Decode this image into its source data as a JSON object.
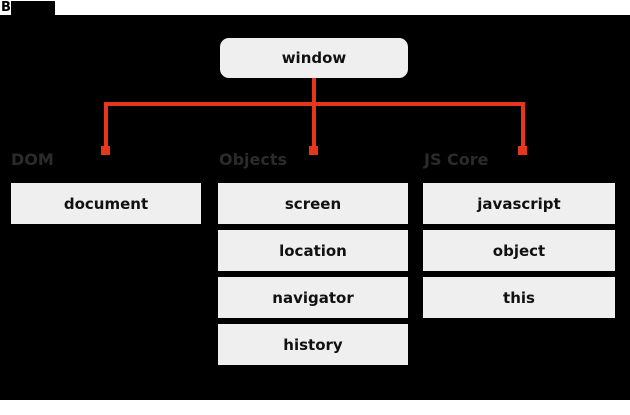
{
  "header": {
    "logo_letter": "B",
    "logo_block_color": "#000000"
  },
  "diagram": {
    "type": "tree",
    "title": "",
    "background_color": "#000000",
    "node_fill_color": "#eeefee",
    "node_text_color": "#111111",
    "connector_color": "#e8351e",
    "group_label_color": "#2b2b2b",
    "root": {
      "label": "window"
    },
    "groups": [
      {
        "label": "DOM",
        "nodes": [
          {
            "label": "document"
          }
        ]
      },
      {
        "label": "Objects",
        "nodes": [
          {
            "label": "screen"
          },
          {
            "label": "location"
          },
          {
            "label": "navigator"
          },
          {
            "label": "history"
          }
        ]
      },
      {
        "label": "JS Core",
        "nodes": [
          {
            "label": "javascript"
          },
          {
            "label": "object"
          },
          {
            "label": "this"
          }
        ]
      }
    ]
  }
}
